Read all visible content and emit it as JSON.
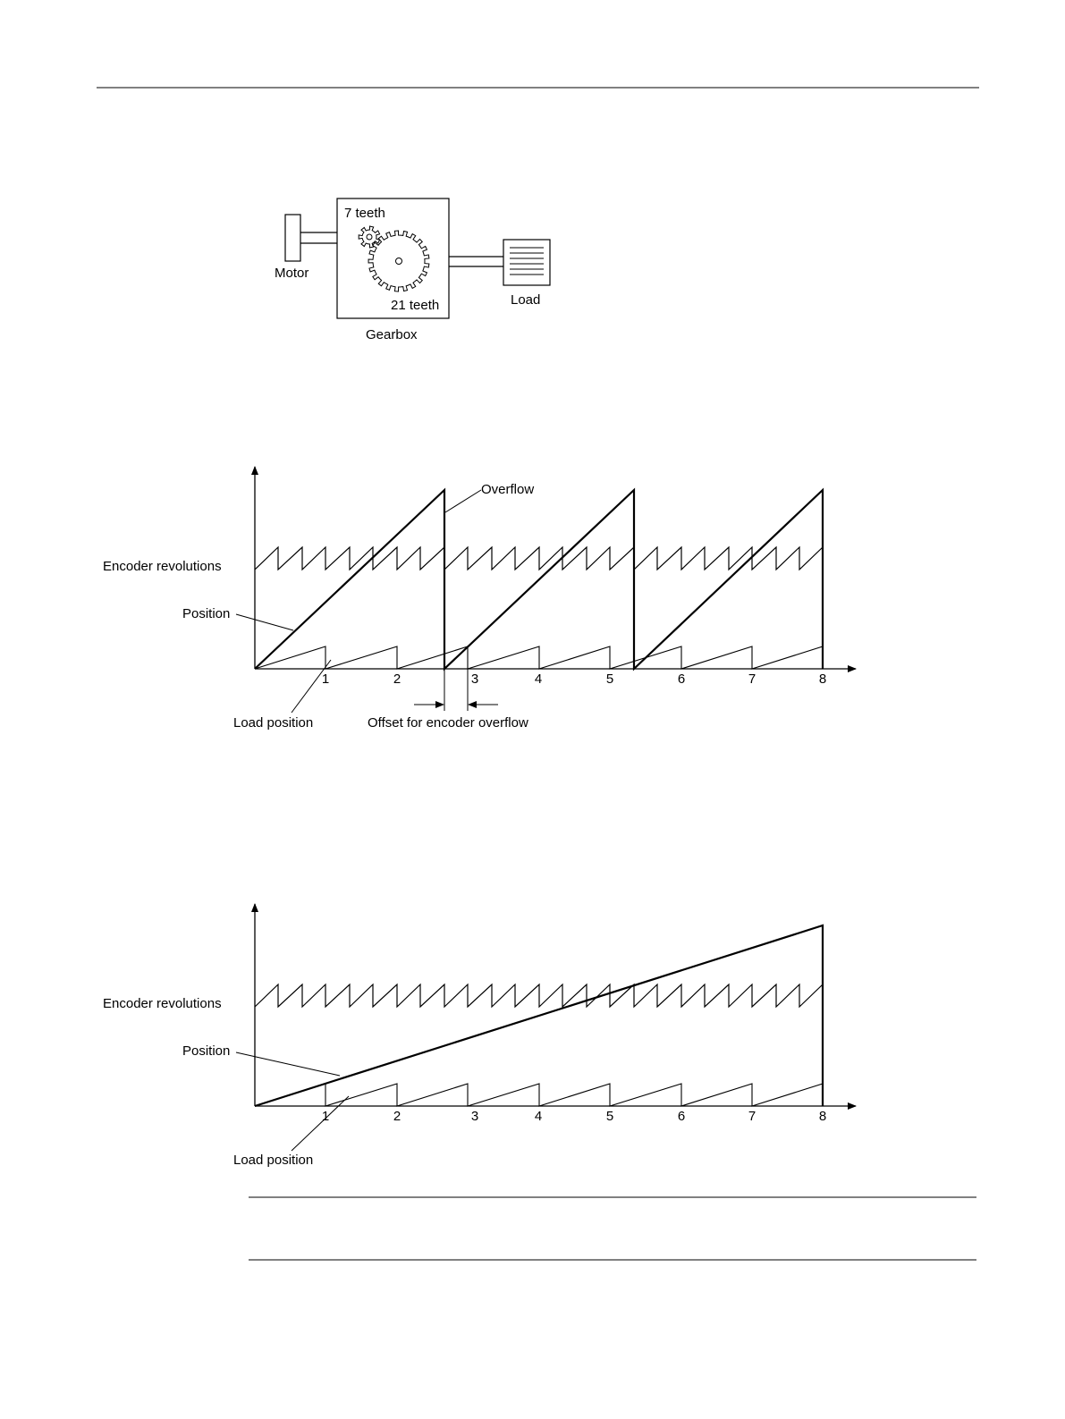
{
  "gear_diagram": {
    "small_gear_label": "7 teeth",
    "large_gear_label": "21 teeth",
    "motor_label": "Motor",
    "load_label": "Load",
    "gearbox_label": "Gearbox",
    "small_gear_teeth": 7,
    "large_gear_teeth": 21
  },
  "diagram1": {
    "encoder_label": "Encoder revolutions",
    "position_label": "Position",
    "overflow_label": "Overflow",
    "load_position_label": "Load position",
    "offset_label": "Offset for encoder overflow",
    "ticks": [
      "1",
      "2",
      "3",
      "4",
      "5",
      "6",
      "7",
      "8"
    ]
  },
  "diagram2": {
    "encoder_label": "Encoder revolutions",
    "position_label": "Position",
    "load_position_label": "Load position",
    "ticks": [
      "1",
      "2",
      "3",
      "4",
      "5",
      "6",
      "7",
      "8"
    ]
  }
}
